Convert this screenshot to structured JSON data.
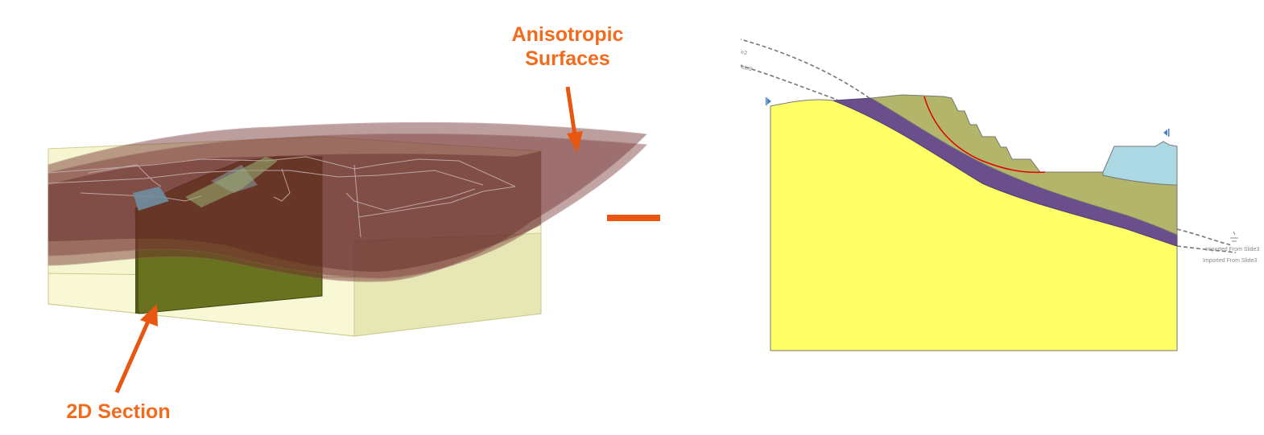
{
  "callouts": {
    "anisotropic_line1": "Anisotropic",
    "anisotropic_line2": "Surfaces",
    "section": "2D Section"
  },
  "section_labels": {
    "imported_left_1": "Imported From Slide3",
    "imported_left_2": "Imported From Slide3",
    "imported_right_1": "Imported From Slide3",
    "imported_right_2": "Imported From Slide3"
  },
  "colors": {
    "accent_orange": "#e8560f",
    "callout_text": "#f26b1d",
    "soil_yellow": "#ffff66",
    "weak_layer_purple": "#6a4f8c",
    "fill_olive": "#b3b56a",
    "water_blue": "#abd8e3",
    "slip_surface_red": "#e00000",
    "anisotropic_surface": "#6e2a2a",
    "block_volume": "#f2f2c0",
    "section_plane": "#5f6b1a"
  }
}
